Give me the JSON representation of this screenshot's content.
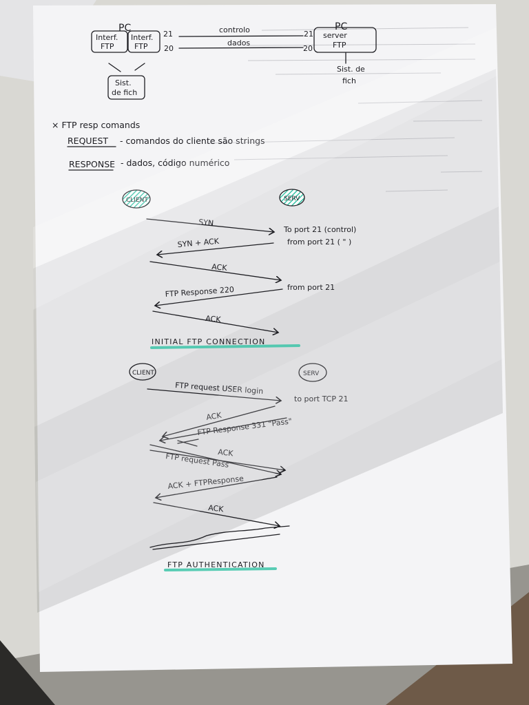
{
  "colors": {
    "ink": "#1d1d22",
    "highlight": "#3cc4a8",
    "paper": "#f4f4f6"
  },
  "arch": {
    "left_pc": "PC",
    "left_box_1": [
      "Interf.",
      "FTP"
    ],
    "left_box_2": [
      "Interf.",
      "FTP"
    ],
    "left_ports": [
      "21",
      "20"
    ],
    "line_top": "controlo",
    "line_bottom": "dados",
    "right_ports": [
      "21",
      "20"
    ],
    "right_pc": "PC",
    "right_box": [
      "server",
      "FTP"
    ],
    "right_below": [
      "Sist. de",
      "fich"
    ],
    "left_below": [
      "Sist.",
      "de fich"
    ]
  },
  "notes": {
    "heading": "× FTP resp comands",
    "request_label": "REQUEST",
    "request_text": "- comandos do cliente são strings",
    "response_label": "RESPONSE",
    "response_text": "- dados, código numérico"
  },
  "diagram1": {
    "client": "CLIENT",
    "server": "SERV",
    "msgs": [
      "SYN",
      "SYN + ACK",
      "ACK",
      "FTP Response 220",
      "ACK"
    ],
    "notes": [
      "To port 21 (control)",
      "from port 21 ( \" )",
      "from port 21"
    ],
    "caption": "INITIAL FTP CONNECTION"
  },
  "diagram2": {
    "client": "CLIENT",
    "server": "SERV",
    "msgs": [
      "FTP request USER login",
      "ACK",
      "FTP Response 331 \"Pass\"",
      "ACK",
      "FTP request Pass",
      "ACK + FTPResponse",
      "ACK"
    ],
    "notes": [
      "to port TCP 21"
    ],
    "caption": "FTP AUTHENTICATION"
  }
}
